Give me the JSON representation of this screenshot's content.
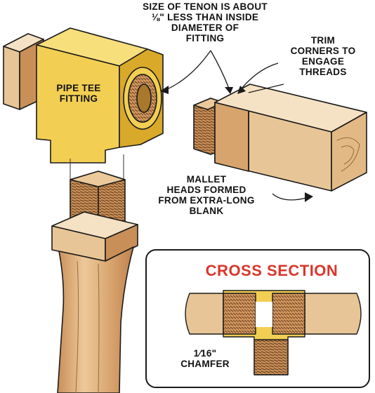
{
  "labels": {
    "tenon_size": [
      "SIZE OF TENON IS ABOUT",
      "⅛\" LESS THAN INSIDE",
      "DIAMETER OF",
      "FITTING"
    ],
    "trim_corners": [
      "TRIM",
      "CORNERS TO",
      "ENGAGE",
      "THREADS"
    ],
    "pipe_tee": [
      "PIPE TEE",
      "FITTING"
    ],
    "mallet_heads": [
      "MALLET",
      "HEADS FORMED",
      "FROM EXTRA-LONG",
      "BLANK"
    ],
    "cross_section": "CROSS SECTION",
    "chamfer": [
      "1⁄16\"",
      "CHAMFER"
    ]
  },
  "colors": {
    "brass": "#f2cf52",
    "brass_dark": "#d9a92a",
    "wood": "#e8c596",
    "wood_dark": "#c98f58",
    "wood_light": "#f5e2c4",
    "title_red": "#d9362b",
    "outline": "#1a1a1a"
  }
}
